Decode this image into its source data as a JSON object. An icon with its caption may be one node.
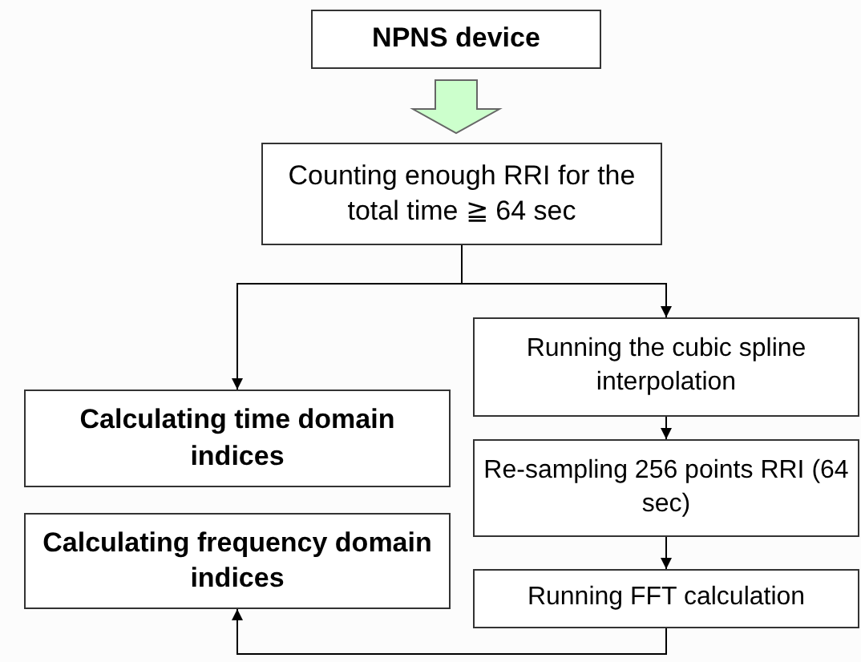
{
  "diagram": {
    "nodes": [
      {
        "text": [
          "NPNS device"
        ]
      },
      {
        "text": [
          "Counting enough RRI for the total time ≧ 64 sec"
        ]
      },
      {
        "text": [
          "Calculating time domain indices"
        ]
      },
      {
        "text": [
          "Running the cubic spline interpolation"
        ]
      },
      {
        "text": [
          "Re-sampling 256 points RRI (64 sec)"
        ]
      },
      {
        "text": [
          "Running FFT calculation"
        ]
      },
      {
        "text": [
          "Calculating frequency domain indices"
        ]
      }
    ],
    "edges": [
      {
        "from": 0,
        "to": 1,
        "arrow": "to",
        "style": "thick",
        "color": "#ccffcc"
      },
      {
        "from": 1,
        "to": 2,
        "arrow": "to"
      },
      {
        "from": 1,
        "to": 3,
        "arrow": "to"
      },
      {
        "from": 3,
        "to": 4,
        "arrow": "to"
      },
      {
        "from": 4,
        "to": 5,
        "arrow": "to"
      },
      {
        "from": 5,
        "to": 6,
        "arrow": "to"
      }
    ]
  }
}
